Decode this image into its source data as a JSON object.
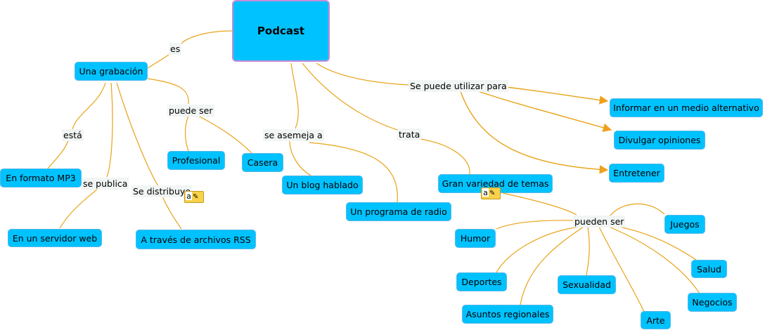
{
  "root": "Podcast",
  "labels": {
    "es": "es",
    "esta": "está",
    "se_publica": "se publica",
    "se_distribuye": "Se distribuye",
    "puede_ser": "puede ser",
    "se_asemeja": "se asemeja a",
    "trata": "trata",
    "se_puede_utilizar": "Se puede utilizar para",
    "pueden_ser": "pueden ser"
  },
  "nodes": {
    "grabacion": "Una grabación",
    "mp3": "En formato MP3",
    "servidor": "En un servidor web",
    "rss": "A través de archivos RSS",
    "profesional": "Profesional",
    "casera": "Casera",
    "blog": "Un blog hablado",
    "radio": "Un programa de radio",
    "variedad": "Gran variedad de temas",
    "informar": "Informar en un medio alternativo",
    "divulgar": "Divulgar opiniones",
    "entretener": "Entretener",
    "humor": "Humor",
    "juegos": "Juegos",
    "deportes": "Deportes",
    "sexualidad": "Sexualidad",
    "salud": "Salud",
    "asuntos": "Asuntos regionales",
    "negocios": "Negocios",
    "arte": "Arte"
  },
  "note_icon": {
    "letter": "a",
    "pen": "✎"
  },
  "colors": {
    "node_fill": "#00c2ff",
    "node_border": "#57b8e8",
    "root_border": "#c78bd9",
    "link": "#e8a317",
    "label_bg": "#f1f5f4",
    "note": "#f7d24a"
  }
}
